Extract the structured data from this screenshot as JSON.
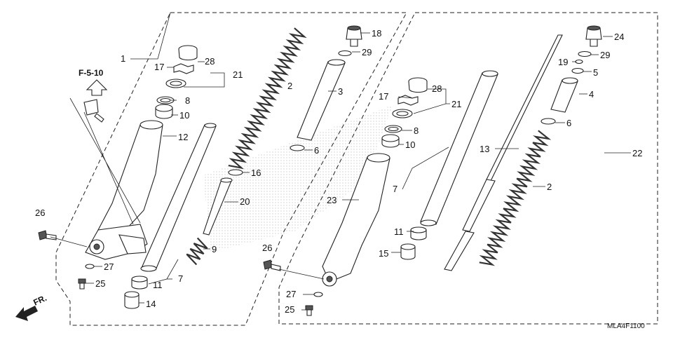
{
  "reference": {
    "text": "F-5-10"
  },
  "direction": {
    "text": "FR."
  },
  "diagram_code": "MLA4F1100",
  "callouts": [
    {
      "id": "l1",
      "text": "1"
    },
    {
      "id": "l28a",
      "text": "28"
    },
    {
      "id": "l17a",
      "text": "17"
    },
    {
      "id": "l21a",
      "text": "21"
    },
    {
      "id": "l8a",
      "text": "8"
    },
    {
      "id": "l10a",
      "text": "10"
    },
    {
      "id": "l12",
      "text": "12"
    },
    {
      "id": "l26a",
      "text": "26"
    },
    {
      "id": "l27a",
      "text": "27"
    },
    {
      "id": "l25a",
      "text": "25"
    },
    {
      "id": "l11a",
      "text": "11"
    },
    {
      "id": "l7a",
      "text": "7"
    },
    {
      "id": "l14",
      "text": "14"
    },
    {
      "id": "l9",
      "text": "9"
    },
    {
      "id": "l2a",
      "text": "2"
    },
    {
      "id": "l16",
      "text": "16"
    },
    {
      "id": "l20",
      "text": "20"
    },
    {
      "id": "l18",
      "text": "18"
    },
    {
      "id": "l29a",
      "text": "29"
    },
    {
      "id": "l3",
      "text": "3"
    },
    {
      "id": "l6a",
      "text": "6"
    },
    {
      "id": "l28b",
      "text": "28"
    },
    {
      "id": "l17b",
      "text": "17"
    },
    {
      "id": "l21b",
      "text": "21"
    },
    {
      "id": "l8b",
      "text": "8"
    },
    {
      "id": "l10b",
      "text": "10"
    },
    {
      "id": "l23",
      "text": "23"
    },
    {
      "id": "l7b",
      "text": "7"
    },
    {
      "id": "l11b",
      "text": "11"
    },
    {
      "id": "l15",
      "text": "15"
    },
    {
      "id": "l26b",
      "text": "26"
    },
    {
      "id": "l27b",
      "text": "27"
    },
    {
      "id": "l25b",
      "text": "25"
    },
    {
      "id": "l24",
      "text": "24"
    },
    {
      "id": "l29b",
      "text": "29"
    },
    {
      "id": "l19",
      "text": "19"
    },
    {
      "id": "l5",
      "text": "5"
    },
    {
      "id": "l4",
      "text": "4"
    },
    {
      "id": "l6b",
      "text": "6"
    },
    {
      "id": "l13",
      "text": "13"
    },
    {
      "id": "l22",
      "text": "22"
    },
    {
      "id": "l2b",
      "text": "2"
    }
  ]
}
